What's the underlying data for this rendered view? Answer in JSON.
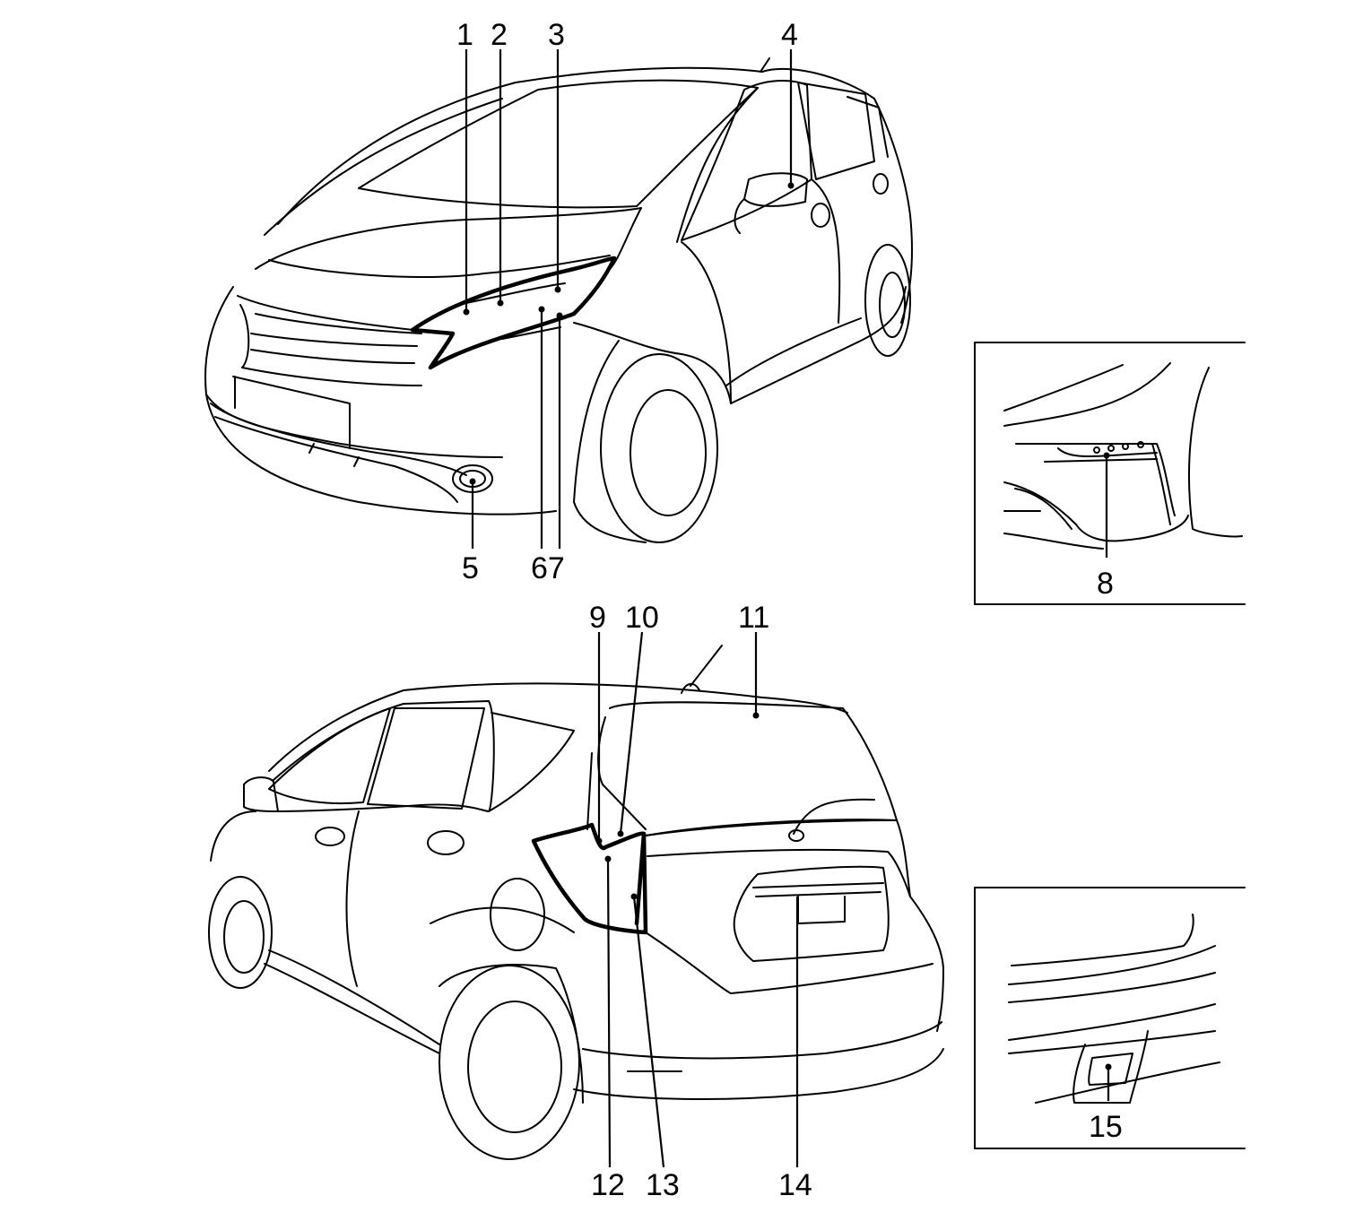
{
  "diagram": {
    "views": [
      {
        "id": "front-view",
        "callouts": [
          "1",
          "2",
          "3",
          "4",
          "5",
          "67"
        ]
      },
      {
        "id": "front-detail",
        "callouts": [
          "8"
        ]
      },
      {
        "id": "rear-view",
        "callouts": [
          "9",
          "10",
          "11",
          "12",
          "13",
          "14"
        ]
      },
      {
        "id": "rear-detail",
        "callouts": [
          "15"
        ]
      }
    ],
    "labels": {
      "n1": "1",
      "n2": "2",
      "n3": "3",
      "n4": "4",
      "n5": "5",
      "n67": "67",
      "n8": "8",
      "n9": "9",
      "n10": "10",
      "n11": "11",
      "n12": "12",
      "n13": "13",
      "n14": "14",
      "n15": "15"
    }
  }
}
